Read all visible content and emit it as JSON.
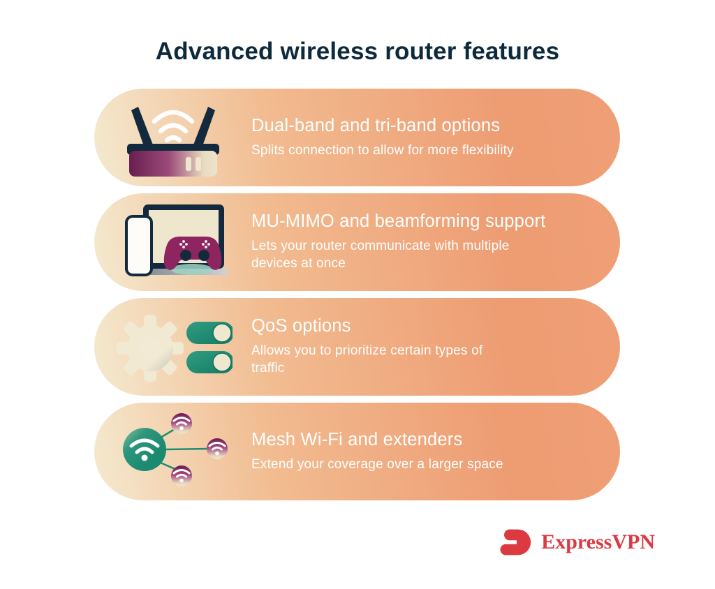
{
  "title": "Advanced wireless router features",
  "cards": [
    {
      "icon": "router-icon",
      "heading": "Dual-band and tri-band options",
      "subtext": "Splits connection to allow for more flexibility"
    },
    {
      "icon": "devices-icon",
      "heading": "MU-MIMO and beamforming support",
      "subtext": "Lets your router communicate with multiple\ndevices at once"
    },
    {
      "icon": "gear-toggles-icon",
      "heading": "QoS options",
      "subtext": "Allows you to prioritize certain types of\ntraffic"
    },
    {
      "icon": "mesh-wifi-icon",
      "heading": "Mesh Wi-Fi and extenders",
      "subtext": "Extend your coverage over a larger space"
    }
  ],
  "footer": {
    "brand": "ExpressVPN"
  },
  "colors": {
    "title_navy": "#0d2a3d",
    "card_gradient_start": "#f4e7cc",
    "card_gradient_end": "#ee9c72",
    "icon_navy": "#13293d",
    "icon_magenta": "#8e2560",
    "icon_green": "#1f8b72",
    "icon_cream": "#efe6ce",
    "brand_red": "#dc3a42",
    "text_white": "#ffffff"
  }
}
